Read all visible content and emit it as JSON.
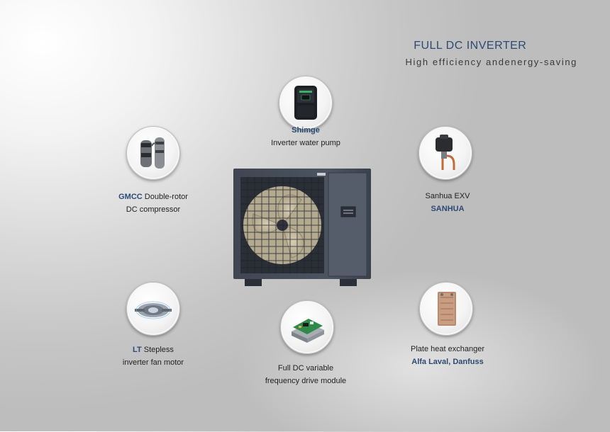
{
  "header": {
    "title": "FULL DC INVERTER",
    "subtitle": "High efficiency andenergy-saving"
  },
  "components": {
    "pump": {
      "brand": "Shimge",
      "desc": "Inverter water pump"
    },
    "compressor": {
      "brand": "GMCC",
      "desc1": "Double-rotor",
      "desc2": "DC compressor"
    },
    "exv": {
      "desc": "Sanhua EXV",
      "brand": "SANHUA"
    },
    "fan_motor": {
      "brand": "LT",
      "desc1": "Stepless",
      "desc2": "inverter fan motor"
    },
    "drive": {
      "desc1": "Full DC variable",
      "desc2": "frequency drive module"
    },
    "heat_exchanger": {
      "desc": "Plate heat exchanger",
      "brand": "Alfa Laval, Danfuss"
    }
  },
  "icons": {
    "pump": "water-pump-icon",
    "compressor": "compressor-icon",
    "exv": "expansion-valve-icon",
    "fan_motor": "fan-motor-icon",
    "drive": "drive-module-icon",
    "heat_exchanger": "plate-heat-exchanger-icon",
    "unit": "heat-pump-unit"
  },
  "colors": {
    "brand_text": "#2c4a73",
    "unit_body": "#4a5260"
  }
}
